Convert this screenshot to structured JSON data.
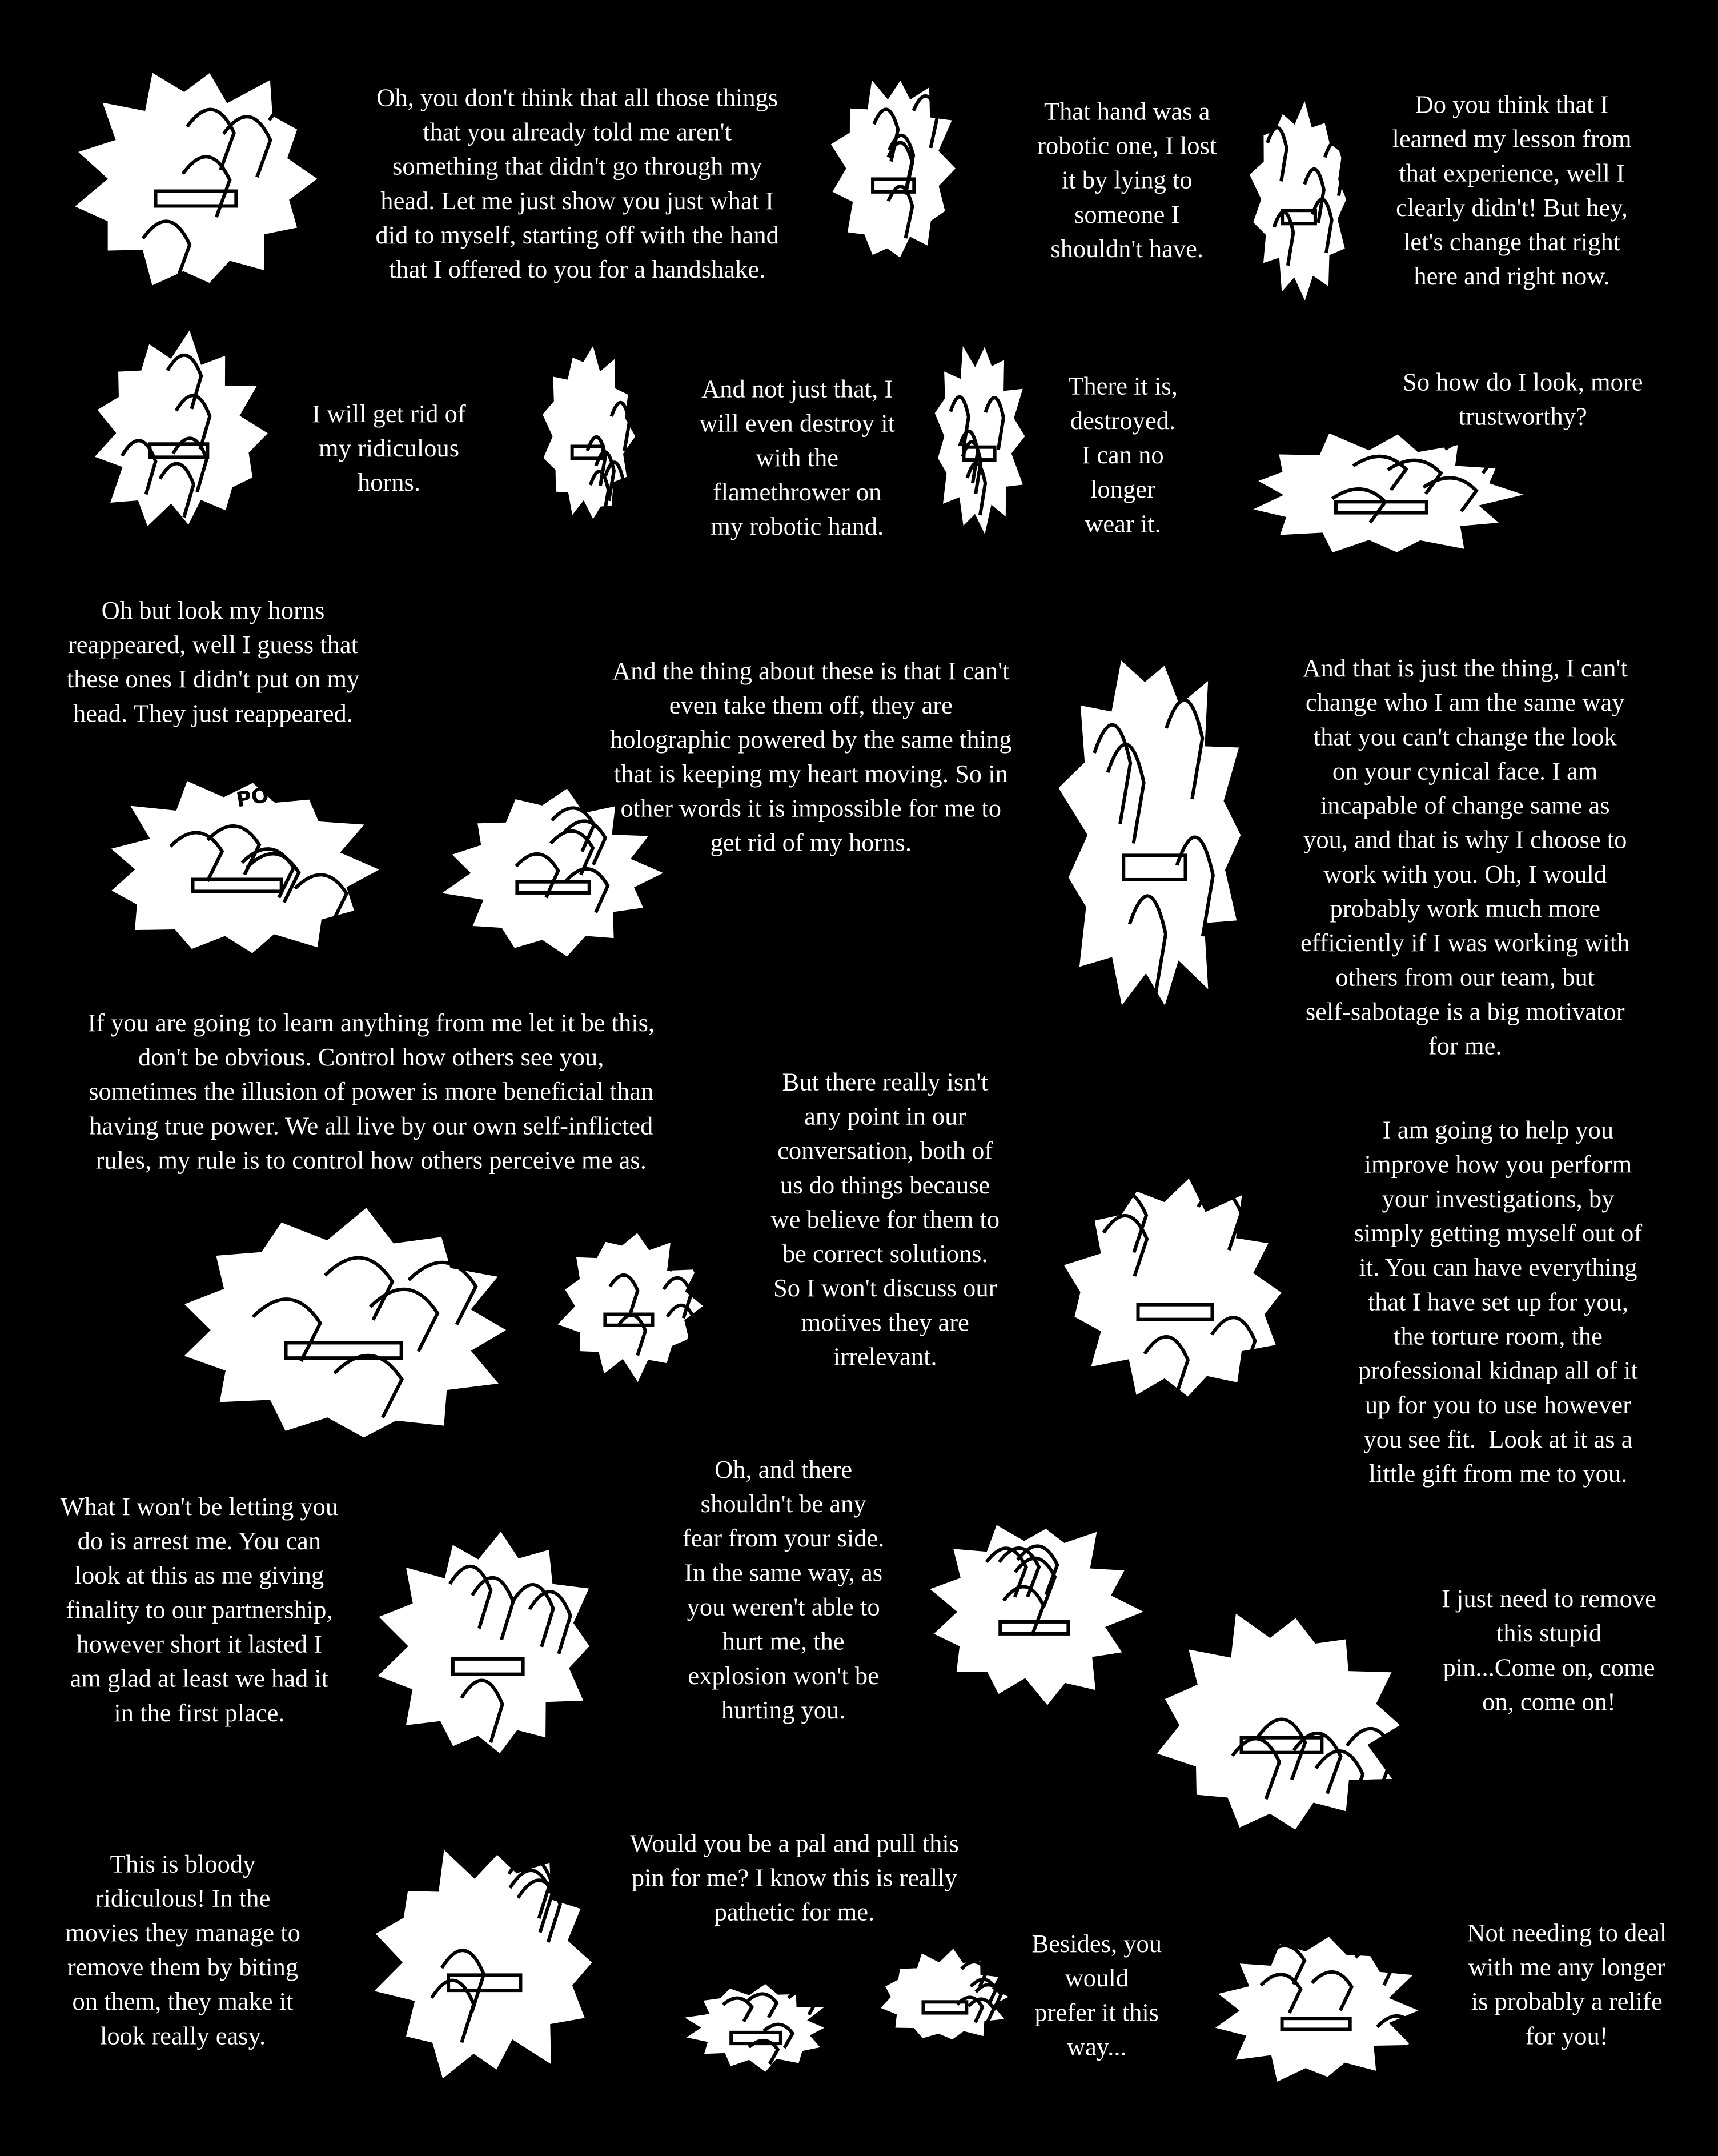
{
  "page": {
    "background": "#000000",
    "text_color": "#ffffff"
  },
  "captions": [
    "Oh, you don't think that all those things\nthat you already told me aren't\nsomething that didn't go through my\nhead. Let me just show you just what I\ndid to myself, starting off with the hand\nthat I offered to you for a handshake.",
    "That hand was a\nrobotic one, I lost\nit by lying to\nsomeone I\nshouldn't have.",
    "Do you think that I\nlearned my lesson from\nthat experience, well I\nclearly didn't! But hey,\nlet's change that right\nhere and right now.",
    "I will get rid of\nmy ridiculous\nhorns.",
    "And not just that, I\nwill even destroy it\nwith the\nflamethrower on\nmy robotic hand.",
    "There it is,\ndestroyed.\nI can no\nlonger\nwear it.",
    "So how do I look, more\ntrustworthy?",
    "Oh but look my horns\nreappeared, well I guess that\nthese ones I didn't put on my\nhead. They just reappeared.",
    "And the thing about these is that I can't\neven take them off, they are\nholographic powered by the same thing\nthat is keeping my heart moving. So in\nother words it is impossible for me to\nget rid of my horns.",
    "And that is just the thing, I can't\nchange who I am the same way\nthat you can't change the look\non your cynical face. I am\nincapable of change same as\nyou, and that is why I choose to\nwork with you. Oh, I would\nprobably work much more\nefficiently if I was working with\nothers from our team, but\nself-sabotage is a big motivator\nfor me.",
    "If you are going to learn anything from me let it be this,\ndon't be obvious. Control how others see you,\nsometimes the illusion of power is more beneficial than\nhaving true power. We all live by our own self-inflicted\nrules, my rule is to control how others perceive me as.",
    "But there really isn't\nany point in our\nconversation, both of\nus do things because\nwe believe for them to\nbe correct solutions.\nSo I won't discuss our\nmotives they are\nirrelevant.",
    "I am going to help you\nimprove how you perform\nyour investigations, by\nsimply getting myself out of\nit. You can have everything\nthat I have set up for you,\nthe torture room, the\nprofessional kidnap all of it\nup for you to use however\nyou see fit.  Look at it as a\nlittle gift from me to you.",
    "What I won't be letting you\ndo is arrest me. You can\nlook at this as me giving\nfinality to our partnership,\nhowever short it lasted I\nam glad at least we had it\nin the first place.",
    "Oh, and there\nshouldn't be any\nfear from your side.\nIn the same way, as\nyou weren't able to\nhurt me, the\nexplosion won't be\nhurting you.",
    "I just need to remove\nthis stupid\npin...Come on, come\non, come on!",
    "This is bloody\nridiculous! In the\nmovies they manage to\nremove them by biting\non them, they make it\nlook really easy.",
    "Would you be a pal and pull this\npin for me? I know this is really\npathetic for me.",
    "Besides, you\nwould\nprefer it this\nway...",
    "Not needing to deal\nwith me any longer\nis probably a relife\nfor you!"
  ],
  "sound_effect": "POP!"
}
